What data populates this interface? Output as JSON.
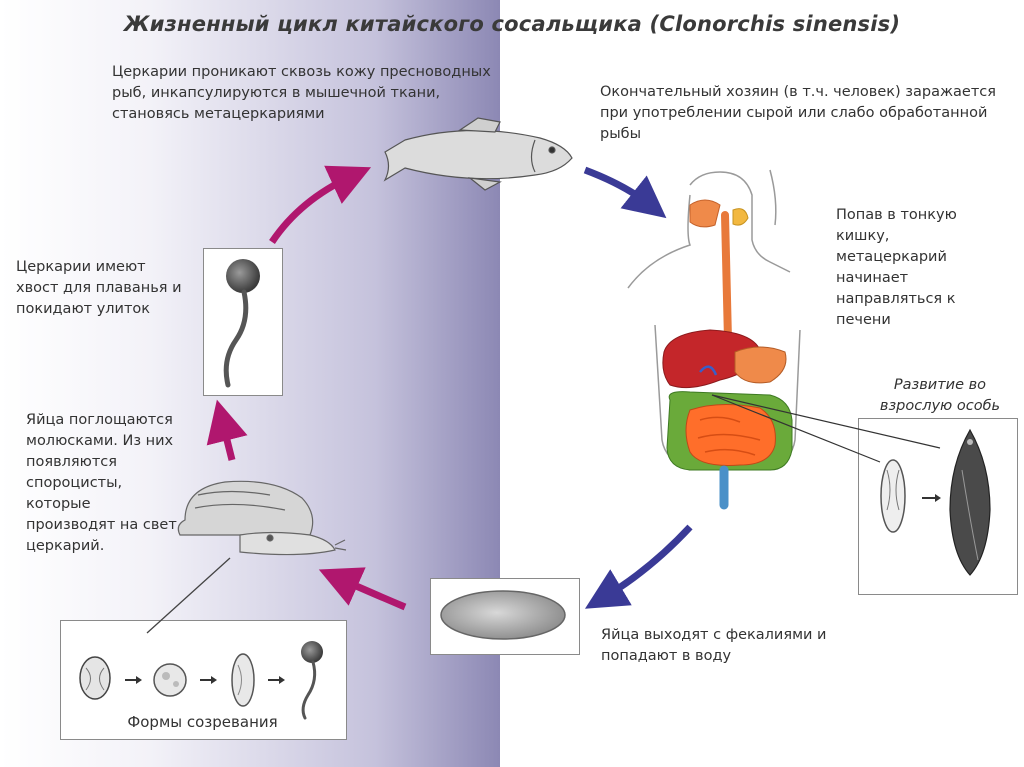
{
  "title": "Жизненный цикл китайского сосальщика (Clonorchis sinensis)",
  "steps": {
    "cercariae_fish": "Церкарии проникают сквозь кожу пресноводных рыб, инкапсулируются в мышечной ткани, становясь метацеркариями",
    "final_host": "Окончательный хозяин (в т.ч. человек) заражается при употреблении сырой или слабо обработанной рыбы",
    "small_intestine": "Попав в тонкую кишку, метацеркарий начинает направляться к печени",
    "adult_development": "Развитие во взрослую особь",
    "eggs_feces": "Яйца выходят с фекалиями и попадают в воду",
    "eggs_snails": "Яйца поглощаются молюсками. Из них появляются спороцисты, которые производят на свет церкарий.",
    "cercariae_tail": "Церкарии имеют хвост для плаванья и покидают улиток"
  },
  "maturation_caption": "Формы созревания",
  "colors": {
    "arrow_magenta": "#b0176e",
    "arrow_blue": "#3a3a96",
    "gradient_dark": "#8c88b4"
  }
}
